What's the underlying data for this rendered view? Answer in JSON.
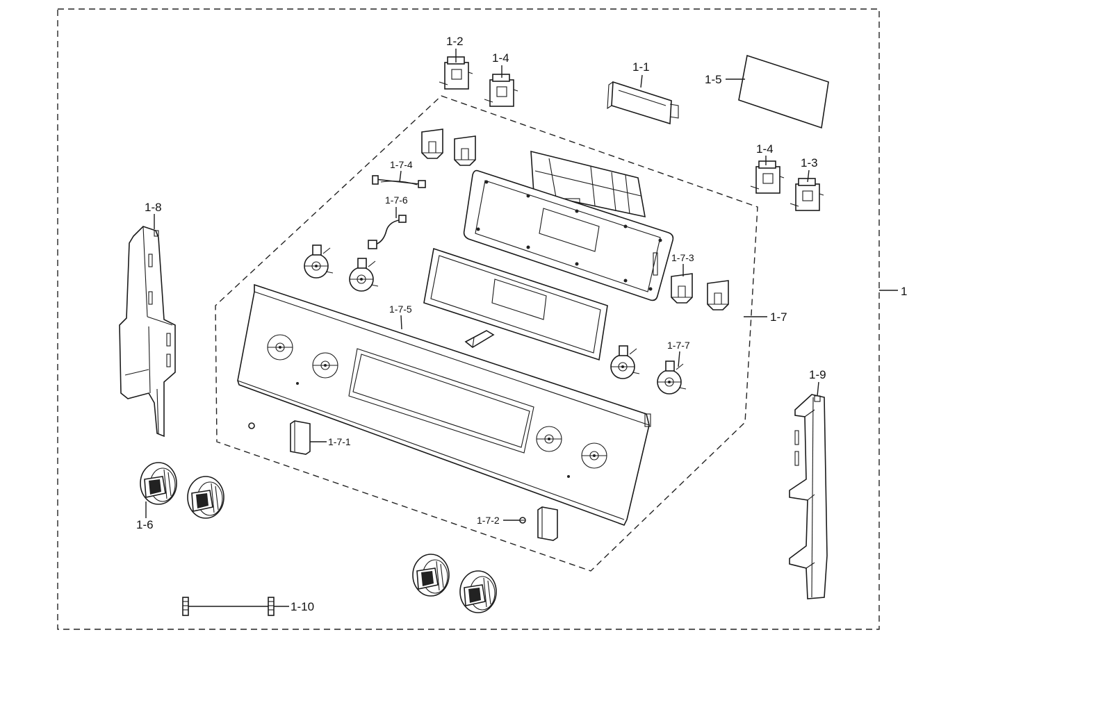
{
  "callouts": {
    "c1": "1",
    "c1_1": "1-1",
    "c1_2": "1-2",
    "c1_3": "1-3",
    "c1_4a": "1-4",
    "c1_4b": "1-4",
    "c1_5": "1-5",
    "c1_6": "1-6",
    "c1_7": "1-7",
    "c1_7_1": "1-7-1",
    "c1_7_2": "1-7-2",
    "c1_7_3": "1-7-3",
    "c1_7_4": "1-7-4",
    "c1_7_5": "1-7-5",
    "c1_7_6": "1-7-6",
    "c1_7_7": "1-7-7",
    "c1_8": "1-8",
    "c1_9": "1-9",
    "c1_10": "1-10"
  }
}
